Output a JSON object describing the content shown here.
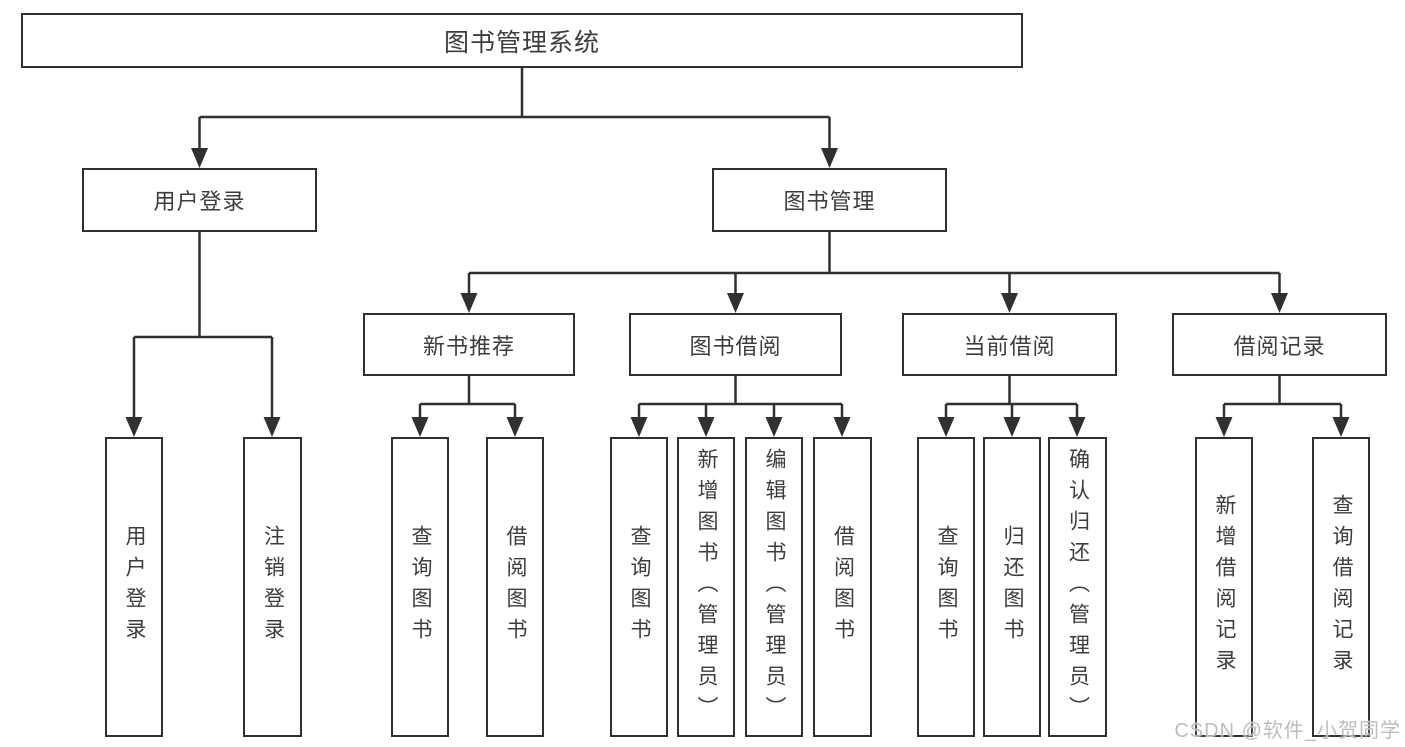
{
  "watermark": "CSDN @软件_小贺同学",
  "colors": {
    "line": "#303030",
    "text": "#3d3d3d",
    "box_background": "#ffffff",
    "watermark": "#bdbdbd"
  },
  "diagram": {
    "root": "图书管理系统",
    "branches": [
      {
        "label": "用户登录",
        "children": [
          "用户登录",
          "注销登录"
        ]
      },
      {
        "label": "图书管理",
        "groups": [
          {
            "label": "新书推荐",
            "children": [
              "查询图书",
              "借阅图书"
            ]
          },
          {
            "label": "图书借阅",
            "children": [
              "查询图书",
              "新增图书（管理员）",
              "编辑图书（管理员）",
              "借阅图书"
            ]
          },
          {
            "label": "当前借阅",
            "children": [
              "查询图书",
              "归还图书",
              "确认归还（管理员）"
            ]
          },
          {
            "label": "借阅记录",
            "children": [
              "新增借阅记录",
              "查询借阅记录"
            ]
          }
        ]
      }
    ]
  }
}
